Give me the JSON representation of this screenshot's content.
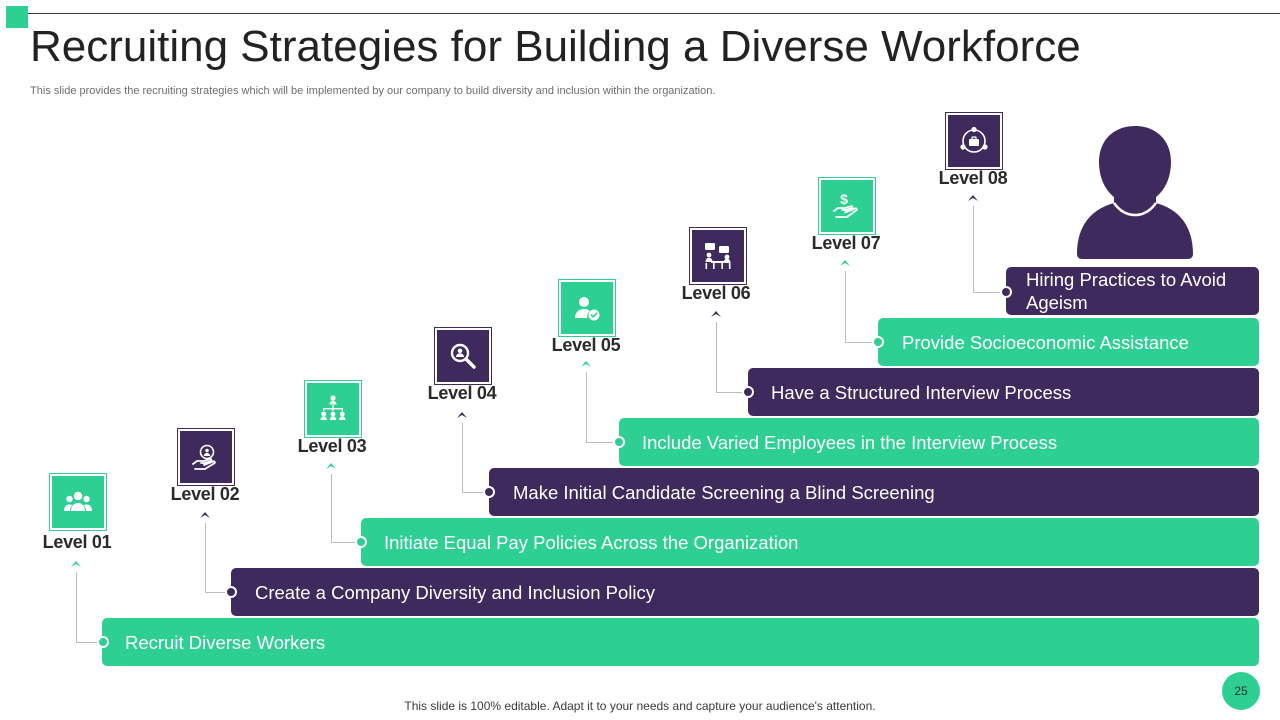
{
  "slide": {
    "title": "Recruiting Strategies for Building a Diverse Workforce",
    "subtitle": "This slide provides the recruiting strategies which will be implemented by our company to build diversity and inclusion within the organization.",
    "footer": "This slide is 100% editable. Adapt it to your needs and capture your audience's attention.",
    "page_number": "25"
  },
  "colors": {
    "green": "#2ecf93",
    "purple": "#3f2a5e"
  },
  "levels": [
    {
      "label": "Level 01",
      "strategy": "Recruit Diverse Workers",
      "color": "green",
      "icon": "people-group-icon"
    },
    {
      "label": "Level 02",
      "strategy": "Create a Company Diversity and Inclusion Policy",
      "color": "purple",
      "icon": "hand-holding-person-icon"
    },
    {
      "label": "Level 03",
      "strategy": "Initiate Equal Pay Policies Across the Organization",
      "color": "green",
      "icon": "org-chart-icon"
    },
    {
      "label": "Level 04",
      "strategy": "Make Initial Candidate Screening a Blind Screening",
      "color": "purple",
      "icon": "magnifier-person-icon"
    },
    {
      "label": "Level 05",
      "strategy": "Include Varied Employees in the Interview Process",
      "color": "green",
      "icon": "user-check-icon"
    },
    {
      "label": "Level 06",
      "strategy": "Have a Structured Interview Process",
      "color": "purple",
      "icon": "interview-table-icon"
    },
    {
      "label": "Level 07",
      "strategy": "Provide Socioeconomic Assistance",
      "color": "green",
      "icon": "hand-dollar-icon"
    },
    {
      "label": "Level 08",
      "strategy": "Hiring Practices to Avoid Ageism",
      "color": "purple",
      "icon": "briefcase-team-icon"
    }
  ],
  "illustration": {
    "icon": "person-silhouette-icon"
  }
}
